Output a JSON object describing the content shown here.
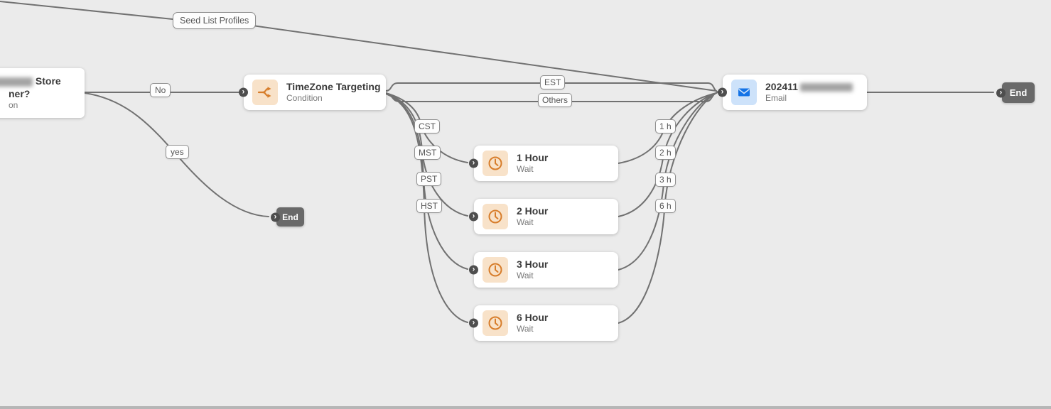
{
  "colors": {
    "canvas_bg": "#ebebeb",
    "edge": "#717171",
    "accent_orange": "#d77d2b",
    "accent_orange_bg": "#f8e2c9",
    "accent_blue": "#1473e6",
    "accent_blue_bg": "#cde2fa",
    "end_node_bg": "#696969"
  },
  "icons": {
    "port_chevron": "›"
  },
  "edge_labels": {
    "seed_list": "Seed List Profiles",
    "no": "No",
    "yes": "yes",
    "est": "EST",
    "others": "Others",
    "cst": "CST",
    "mst": "MST",
    "pst": "PST",
    "hst": "HST",
    "h1": "1 h",
    "h2": "2 h",
    "h3": "3 h",
    "h6": "6 h"
  },
  "nodes": {
    "store": {
      "title_line1_visible": "Store",
      "title_line2_visible": "ner?",
      "subtitle_visible": "on"
    },
    "timezone": {
      "title": "TimeZone Targeting",
      "subtitle": "Condition"
    },
    "waits": [
      {
        "title": "1 Hour",
        "subtitle": "Wait"
      },
      {
        "title": "2 Hour",
        "subtitle": "Wait"
      },
      {
        "title": "3 Hour",
        "subtitle": "Wait"
      },
      {
        "title": "6 Hour",
        "subtitle": "Wait"
      }
    ],
    "email": {
      "title_visible": "202411",
      "subtitle": "Email"
    },
    "end_main": {
      "label": "End"
    },
    "end_yes": {
      "label": "End"
    }
  }
}
